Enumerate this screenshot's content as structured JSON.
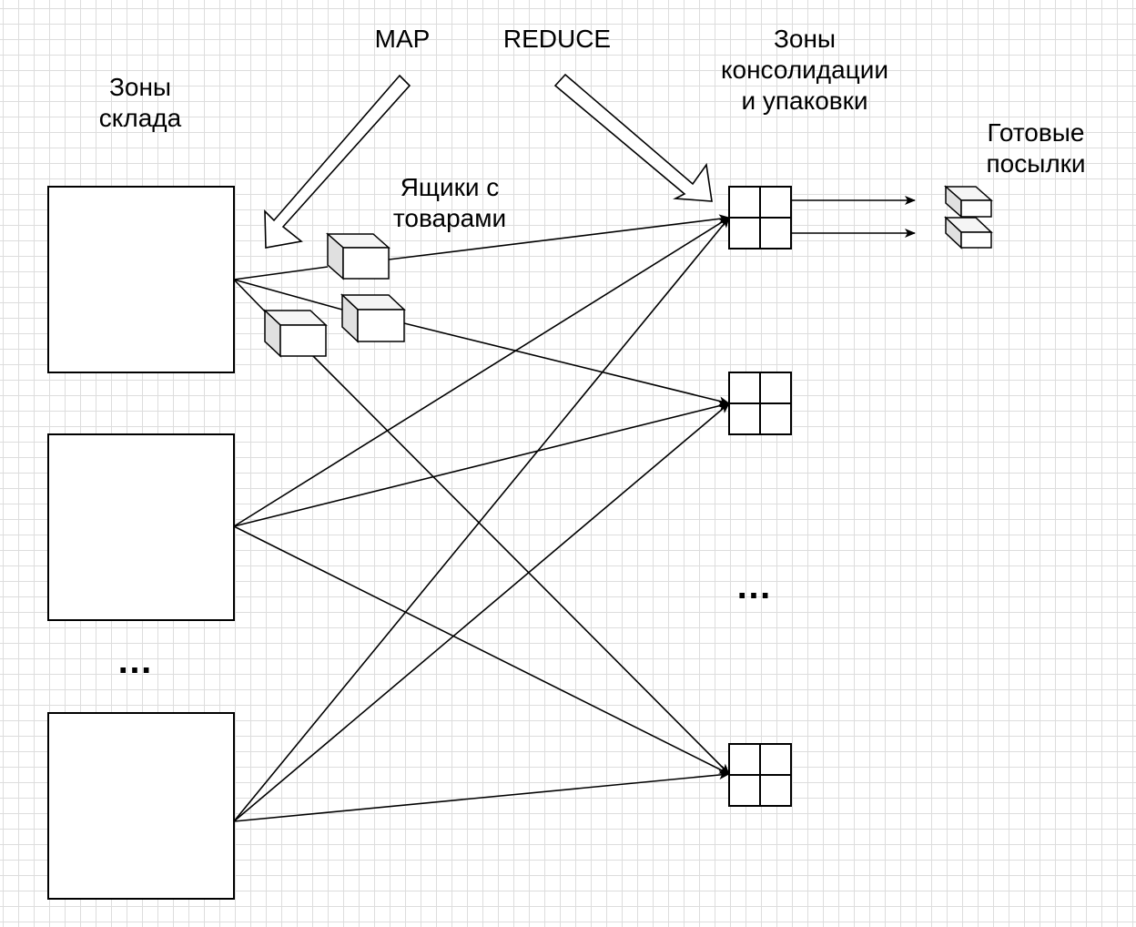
{
  "labels": {
    "map": "MAP",
    "reduce": "REDUCE",
    "warehouse_zones": [
      "Зоны",
      "склада"
    ],
    "consolidation_zones": [
      "Зоны",
      "консолидации",
      "и упаковки"
    ],
    "ready_parcels": [
      "Готовые",
      "посылки"
    ],
    "boxes_with_goods": [
      "Ящики с",
      "товарами"
    ]
  },
  "ellipsis": {
    "left": "…",
    "right": "…"
  },
  "elements": {
    "warehouse_zone_count_shown": 3,
    "consolidation_zone_count_shown": 3,
    "boxes_count_shown": 3,
    "parcels_count_shown": 2
  },
  "colors": {
    "stroke": "#000000",
    "box_side": "#e0e0e0",
    "grid": "#dddddd"
  }
}
